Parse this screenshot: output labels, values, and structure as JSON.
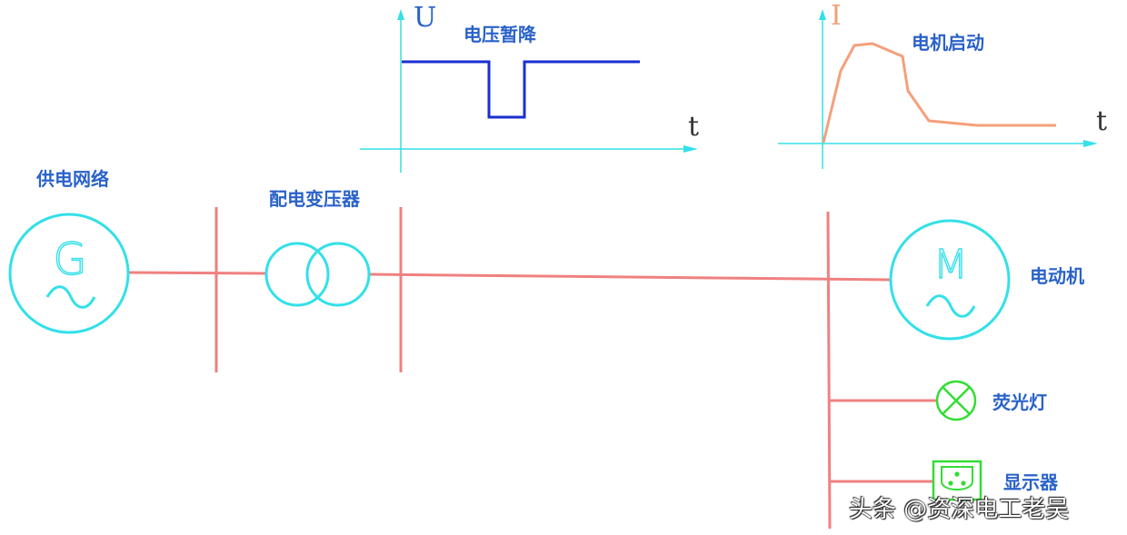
{
  "labels": {
    "grid": "供电网络",
    "transformer": "配电变压器",
    "motor": "电动机",
    "lamp": "荧光灯",
    "monitor": "显示器",
    "sag_title": "电压暂降",
    "start_title": "电机启动"
  },
  "symbols": {
    "generator_letter": "G",
    "motor_letter": "M"
  },
  "axes": {
    "voltage_y": "U",
    "voltage_x": "t",
    "current_y": "I",
    "current_x": "t"
  },
  "watermark": "头条 @资深电工老吴",
  "colors": {
    "line": "#f08080",
    "symbol": "#33e0e8",
    "lamp": "#33dd33",
    "voltage_trace": "#1a2fd0",
    "current_trace": "#f4a07a",
    "label": "#2a62c9"
  }
}
